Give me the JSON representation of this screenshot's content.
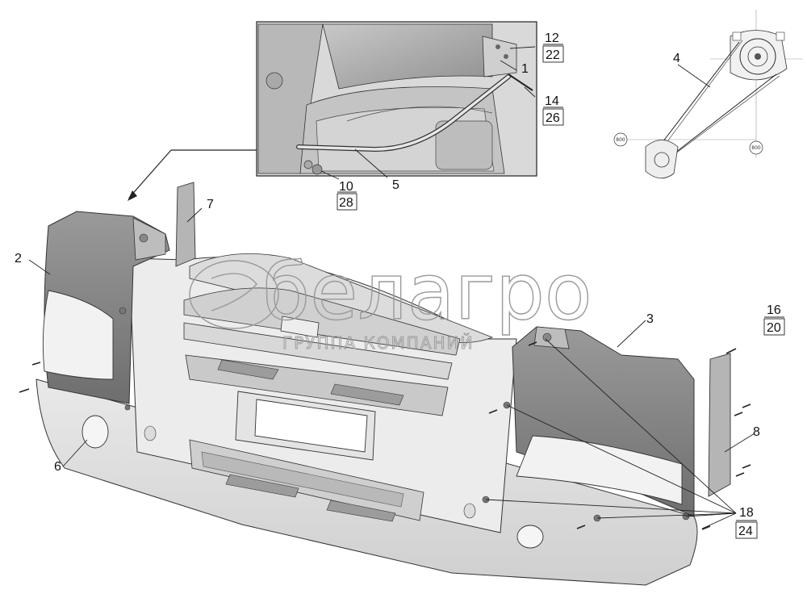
{
  "watermark": {
    "brand": "белагро",
    "tagline": "ГРУППА КОМПАНИЙ"
  },
  "belt_diagram": {
    "pulley_label_left": "800",
    "pulley_label_right": "800"
  },
  "callouts": {
    "c1": "1",
    "c2": "2",
    "c3": "3",
    "c4": "4",
    "c5": "5",
    "c6": "6",
    "c7": "7",
    "c8": "8",
    "c10": "10",
    "c12": "12",
    "c14": "14",
    "c16": "16",
    "c18": "18",
    "c20": "20",
    "c22": "22",
    "c24": "24",
    "c26": "26",
    "c28": "28"
  }
}
